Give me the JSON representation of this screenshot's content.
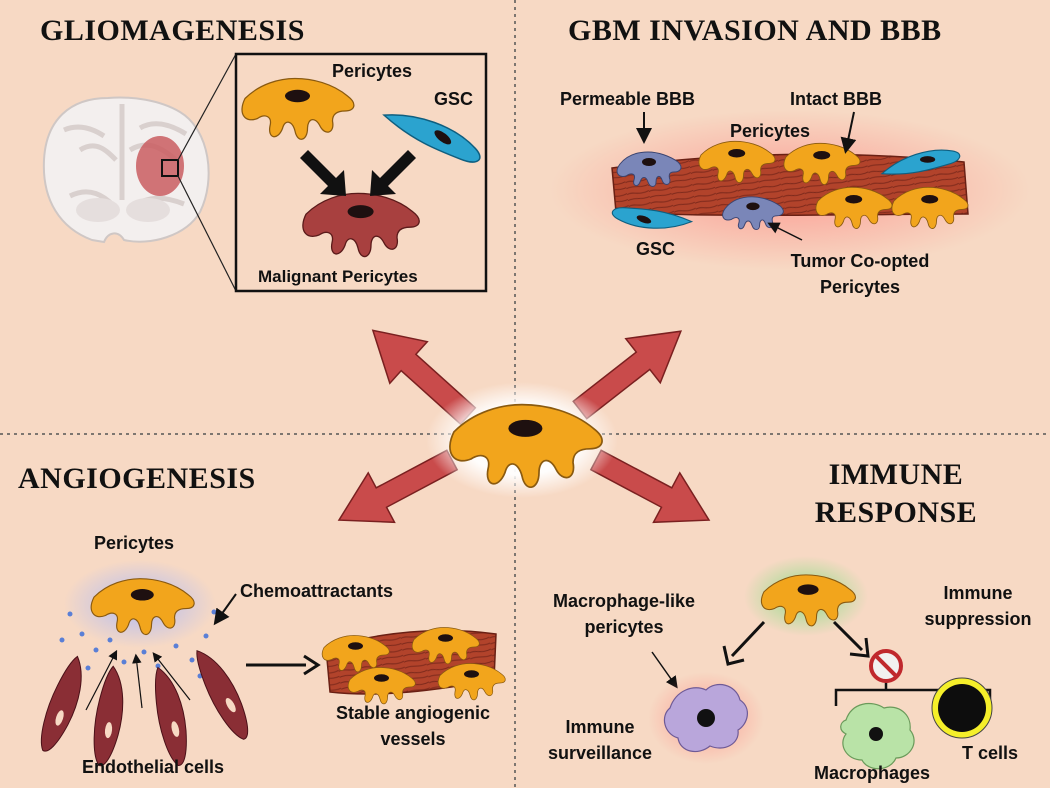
{
  "titles": {
    "gliomagenesis": "GLIOMAGENESIS",
    "gbm_invasion": "GBM INVASION AND BBB",
    "angiogenesis": "ANGIOGENESIS",
    "immune_line1": "IMMUNE",
    "immune_line2": "RESPONSE"
  },
  "gliomagenesis": {
    "pericytes": "Pericytes",
    "gsc": "GSC",
    "malignant": "Malignant Pericytes"
  },
  "invasion": {
    "permeable_bbb": "Permeable BBB",
    "intact_bbb": "Intact BBB",
    "pericytes": "Pericytes",
    "gsc": "GSC",
    "coopted_line1": "Tumor Co-opted",
    "coopted_line2": "Pericytes"
  },
  "angiogenesis": {
    "pericytes": "Pericytes",
    "chemoattractants": "Chemoattractants",
    "endothelial": "Endothelial cells",
    "stable_line1": "Stable angiogenic",
    "stable_line2": "vessels"
  },
  "immune": {
    "macro_like_line1": "Macrophage-like",
    "macro_like_line2": "pericytes",
    "suppression_line1": "Immune",
    "suppression_line2": "suppression",
    "surveillance_line1": "Immune",
    "surveillance_line2": "surveillance",
    "t_cells": "T cells",
    "macrophages": "Macrophages"
  },
  "colors": {
    "background": "#f7d9c4",
    "pericyte": "#f2a51c",
    "gsc": "#2ba3cf",
    "malignant": "#a8403f",
    "vessel": "#b2432b",
    "arrow": "#c94b4b"
  }
}
